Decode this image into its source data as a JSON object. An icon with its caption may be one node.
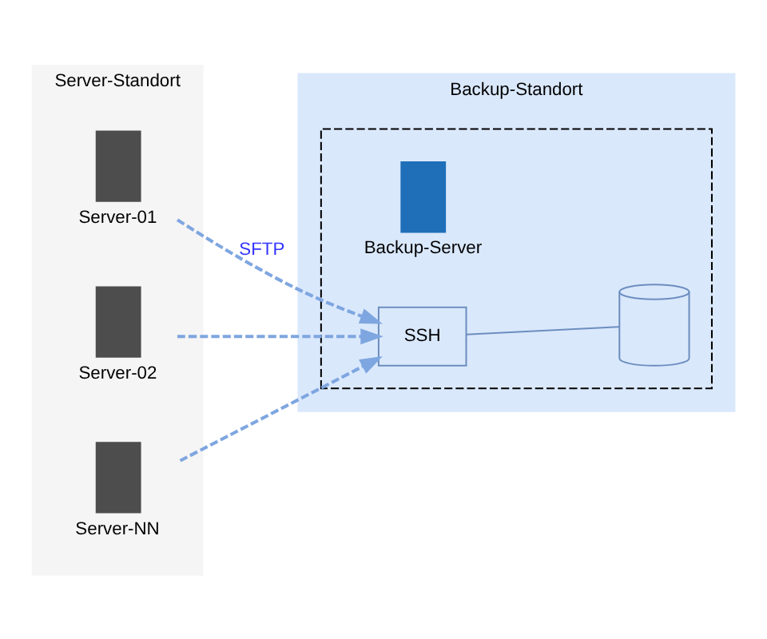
{
  "diagram": {
    "nodes": [
      {
        "text": [
          "Server-Standort"
        ]
      },
      {
        "text": [
          "Server-01"
        ],
        "in": 0
      },
      {
        "text": [
          "Server-02"
        ],
        "in": 0
      },
      {
        "text": [
          "Server-NN"
        ],
        "in": 0
      },
      {
        "text": [
          "Backup-Standort"
        ]
      },
      {
        "text": [],
        "shape": "box",
        "in": 4
      },
      {
        "text": [
          "Backup-Server"
        ],
        "in": 5
      },
      {
        "text": [
          "SSH"
        ],
        "in": 5
      },
      {
        "text": [],
        "shape": "disk",
        "in": 5
      }
    ],
    "edges": [
      {
        "from": 1,
        "to": 7,
        "arrow": "to",
        "style": "dashed",
        "label": "SFTP"
      },
      {
        "from": 2,
        "to": 7,
        "arrow": "to",
        "style": "dashed"
      },
      {
        "from": 3,
        "to": 7,
        "arrow": "to",
        "style": "dashed"
      },
      {
        "from": 7,
        "to": 8,
        "arrow": "none"
      }
    ]
  }
}
